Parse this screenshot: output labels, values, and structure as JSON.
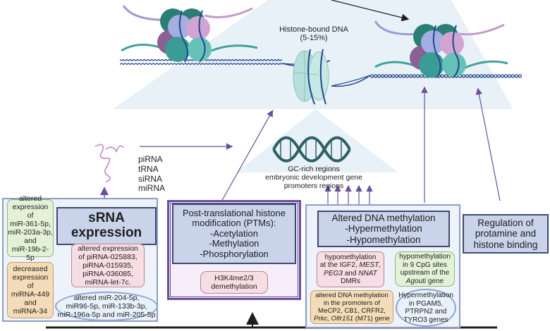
{
  "title": "Epigenetic regulation in sperm: sRNA expression, histone modifications, DNA methylation",
  "colors": {
    "arrow_purple": "#6a4f9c",
    "dna_blue": "#24478f",
    "shade_blue": "#e8f1f8",
    "teal": "#2e8b87",
    "lavender": "#a7a9dd",
    "mauve": "#c79bc9"
  },
  "top": {
    "histone_bound_label": "Histone-bound DNA",
    "histone_bound_pct": "(5-15%)"
  },
  "middle": {
    "rna_types": [
      "piRNA",
      "tRNA",
      "siRNA",
      "miRNA"
    ],
    "dna_regions": [
      "GC-rich regions",
      "embryonic development gene",
      "promoters regions"
    ]
  },
  "srna_panel": {
    "title_line1": "sRNA",
    "title_line2": "expression",
    "green_note": [
      "altered",
      "expression",
      "of",
      "miR-361-5p,",
      "miR-203a-3p,",
      "and",
      "miR-19b-2-5p"
    ],
    "orange_note": [
      "decreased",
      "expression",
      "of",
      "miRNA-449",
      "and",
      "miRNA-34"
    ],
    "pink_note": [
      "altered expression",
      "of piRNA-025883,",
      "piRNA-015935,",
      "piRNA-036085,",
      "miRNA-let-7c."
    ],
    "oval_note": [
      "altered miR-204-5p,",
      "miR96-5p, miR-133b-3p,",
      "miR-196a-5p and miR-205-5p"
    ]
  },
  "ptm_panel": {
    "title": [
      "Post-translational histone",
      "modification (PTMs):",
      "-Acetylation",
      "-Methylation",
      "-Phosphorylation"
    ],
    "note": [
      "H3K4me2/3",
      "demethylation"
    ]
  },
  "dna_panel": {
    "title": [
      "Altered DNA methylation",
      "-Hypermethylation",
      "-Hypomethylation"
    ],
    "pink_note": {
      "l1": "hypomethylation",
      "l2a": "at the IGF2, ",
      "l2b": "MEST",
      "l2c": ",",
      "l3a": "PEG3",
      "l3b": " and ",
      "l3c": "NNAT",
      "l4": "DMRs"
    },
    "green_note": {
      "l1": "hypomethylation",
      "l2": "in 9 CpG sites",
      "l3": "upstream of the",
      "l4a": "Agouti",
      "l4b": " gene"
    },
    "orange_note": {
      "l1": "altered DNA methylation",
      "l2": "in the promoters of",
      "l3": "MeCP2,  CB1, CRFR2,",
      "l4a": "Prkc, Olfr151",
      "l4b": " (M71) gene"
    },
    "oval_note": [
      "Hypermethylation",
      "in PGAM5,",
      "PTRPN2 and",
      "TYRO3 genes"
    ]
  },
  "regulation_panel": {
    "title": [
      "Regulation of",
      "protamine and",
      "histone binding"
    ]
  }
}
